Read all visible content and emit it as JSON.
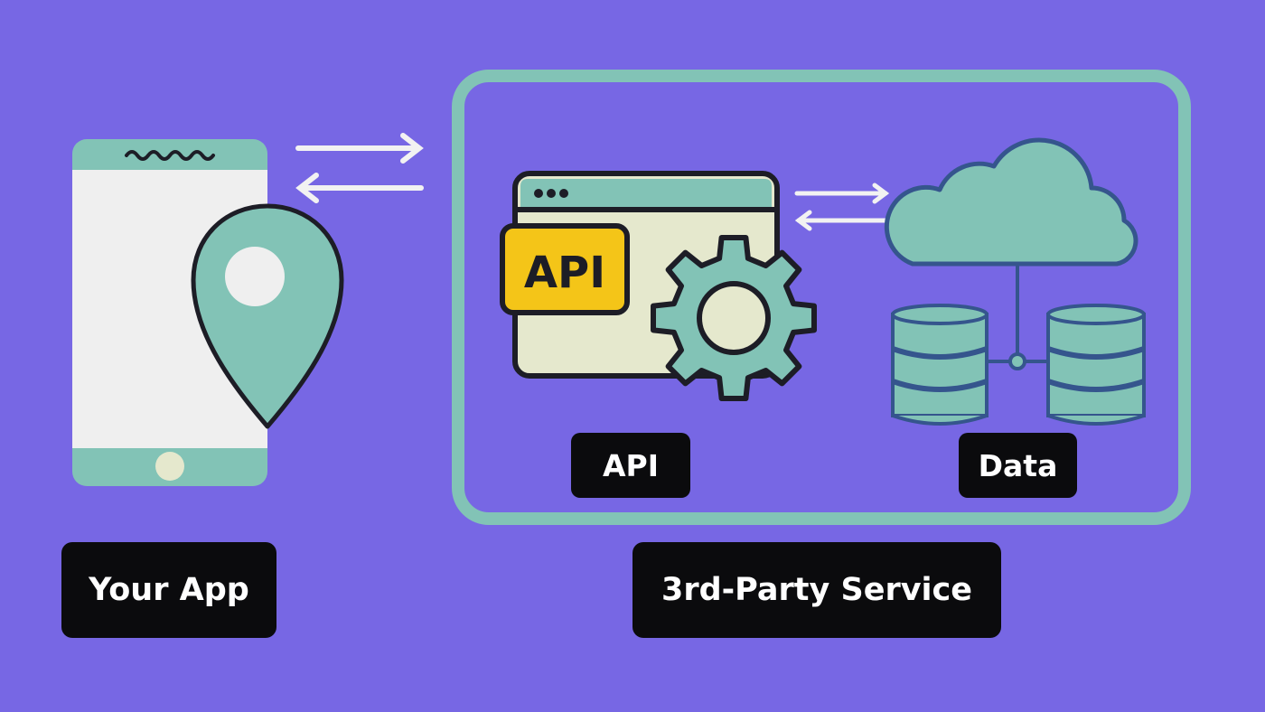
{
  "labels": {
    "your_app": "Your App",
    "third_party": "3rd-Party Service",
    "api": "API",
    "data": "Data",
    "api_badge": "API"
  },
  "colors": {
    "background": "#7767e4",
    "teal": "#82c3b6",
    "cream": "#e5e8cd",
    "phone_screen": "#efefef",
    "api_badge": "#f4c518",
    "outline_dark": "#1d1d26",
    "database_blue": "#35558d",
    "label_bg": "#0b0b0d",
    "arrow": "#f2f2f2"
  },
  "icons": {
    "phone": "smartphone-icon",
    "pin": "location-pin-icon",
    "api_window": "api-window-icon",
    "gear": "gear-icon",
    "cloud": "cloud-icon",
    "database": "database-icon"
  }
}
